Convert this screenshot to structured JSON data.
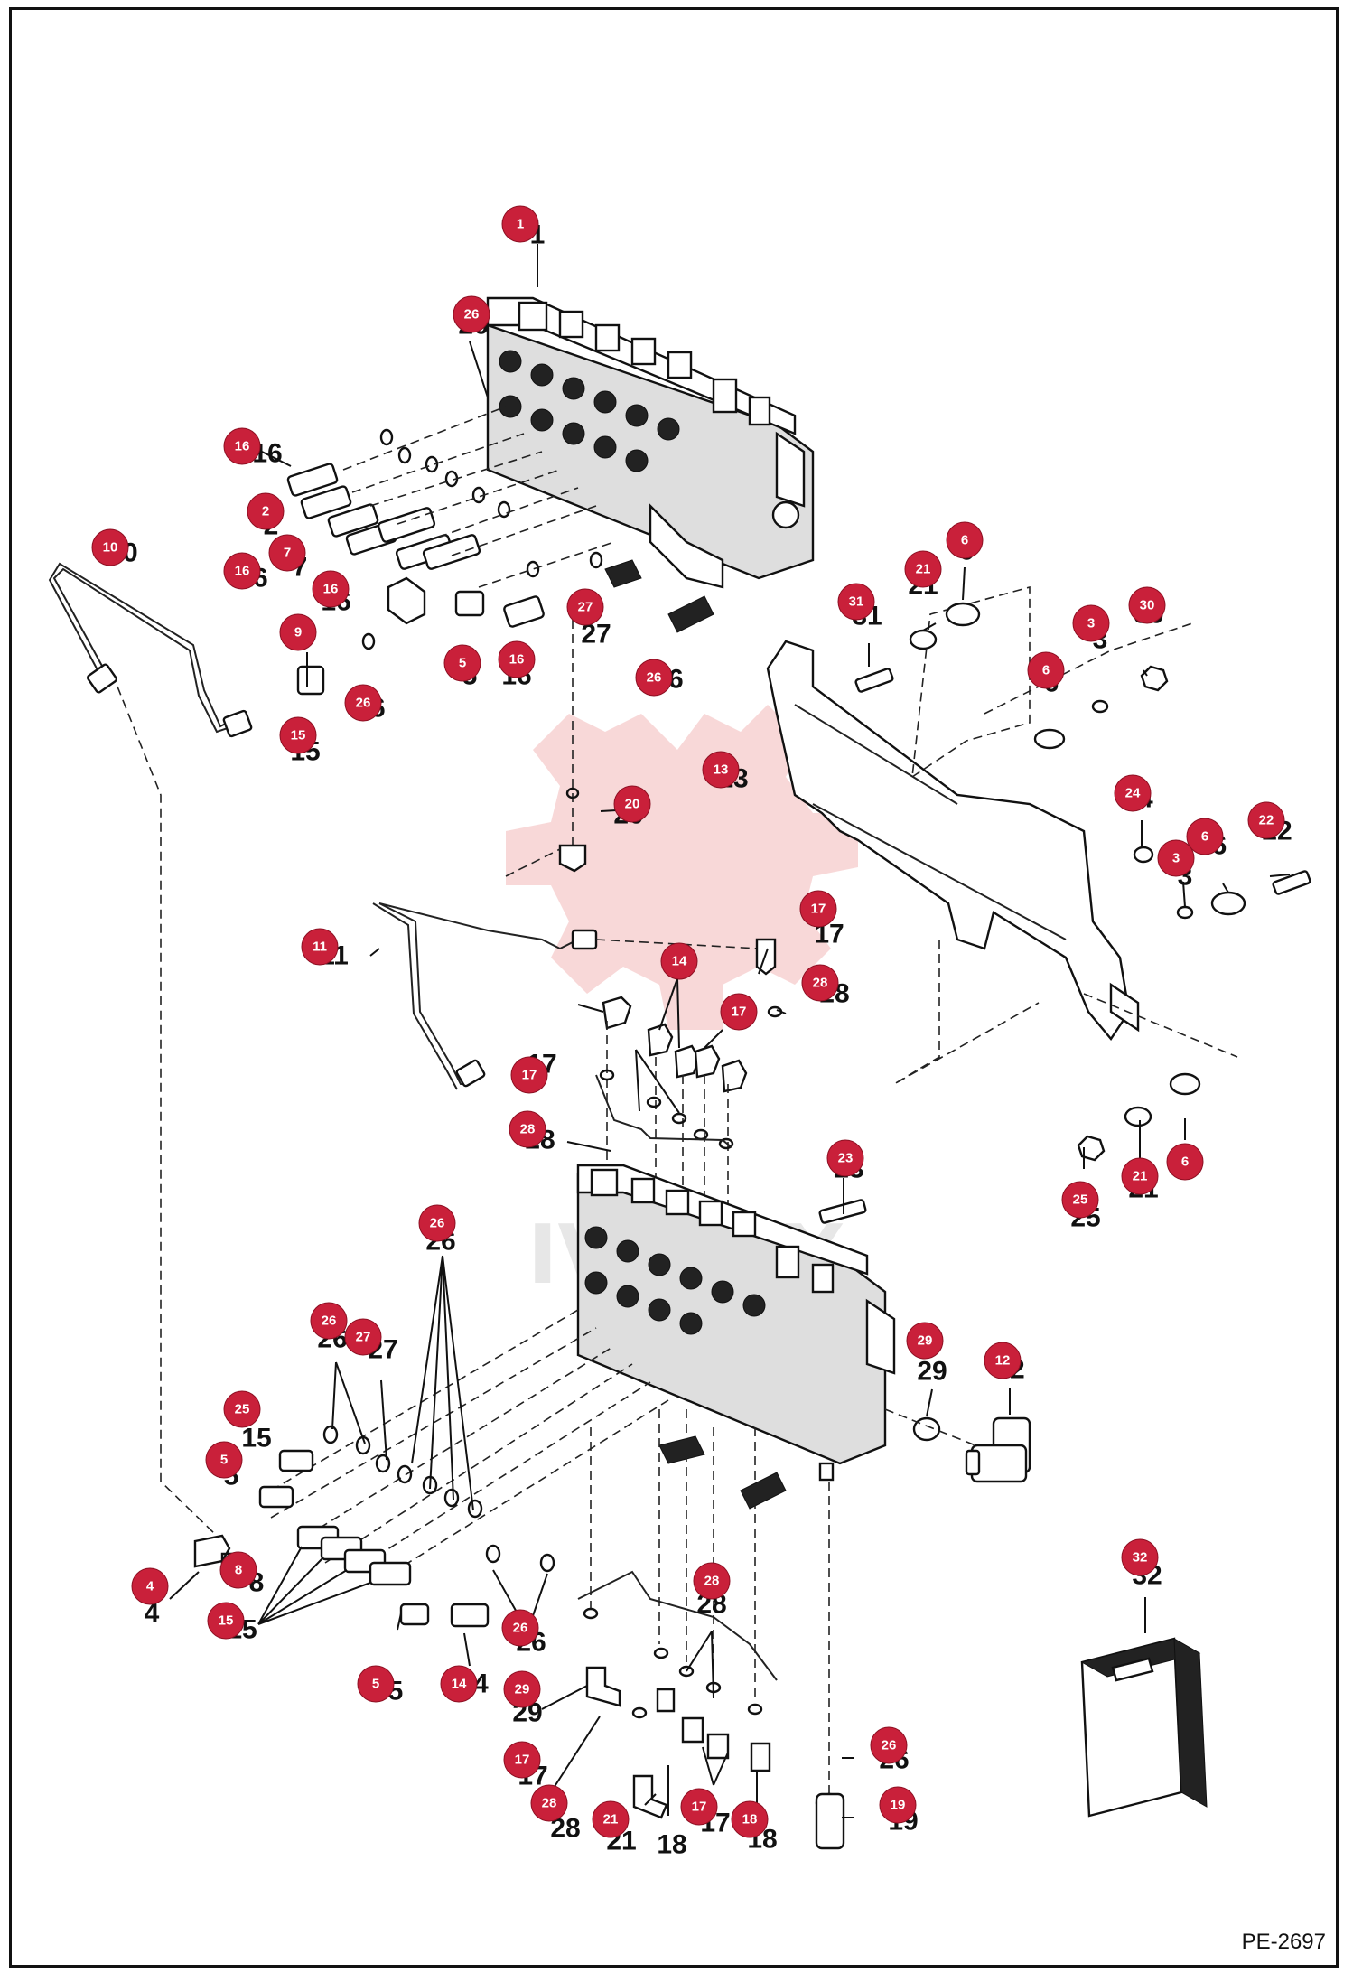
{
  "diagram_code": "PE-2697",
  "watermark_text": "IVATEX",
  "colors": {
    "badge": "#c9203a",
    "ink": "#111111",
    "watermark": "#f3b8b8"
  },
  "callouts": [
    {
      "id": "c1",
      "badge": "1",
      "label": "1"
    },
    {
      "id": "c2",
      "badge": "26",
      "label": "26"
    },
    {
      "id": "c3",
      "badge": "16",
      "label": "16"
    },
    {
      "id": "c4",
      "badge": "2",
      "label": "2"
    },
    {
      "id": "c5",
      "badge": "7",
      "label": "7"
    },
    {
      "id": "c6",
      "badge": "16",
      "label": "16"
    },
    {
      "id": "c7",
      "badge": "16",
      "label": "16"
    },
    {
      "id": "c8",
      "badge": "9",
      "label": "9"
    },
    {
      "id": "c9",
      "badge": "10",
      "label": "10"
    },
    {
      "id": "c10",
      "badge": "5",
      "label": "5"
    },
    {
      "id": "c11",
      "badge": "16",
      "label": "16"
    },
    {
      "id": "c12",
      "badge": "27",
      "label": "27"
    },
    {
      "id": "c13",
      "badge": "26",
      "label": "26"
    },
    {
      "id": "c14",
      "badge": "26",
      "label": "26"
    },
    {
      "id": "c15",
      "badge": "15",
      "label": "15"
    },
    {
      "id": "c16",
      "badge": "31",
      "label": "31"
    },
    {
      "id": "c17",
      "badge": "21",
      "label": "21"
    },
    {
      "id": "c18",
      "badge": "6",
      "label": "6"
    },
    {
      "id": "c19",
      "badge": "3",
      "label": "3"
    },
    {
      "id": "c20",
      "badge": "30",
      "label": "30"
    },
    {
      "id": "c21",
      "badge": "6",
      "label": "6"
    },
    {
      "id": "c22",
      "badge": "13",
      "label": "13"
    },
    {
      "id": "c23",
      "badge": "20",
      "label": "20"
    },
    {
      "id": "c24",
      "badge": "24",
      "label": "24"
    },
    {
      "id": "c25",
      "badge": "6",
      "label": "6"
    },
    {
      "id": "c26",
      "badge": "22",
      "label": "22"
    },
    {
      "id": "c27",
      "badge": "3",
      "label": "3"
    },
    {
      "id": "c28",
      "badge": "11",
      "label": "11"
    },
    {
      "id": "c29",
      "badge": "17",
      "label": "17"
    },
    {
      "id": "c30",
      "badge": "14",
      "label": ""
    },
    {
      "id": "c31",
      "badge": "17",
      "label": "17"
    },
    {
      "id": "c32",
      "badge": "17",
      "label": "17"
    },
    {
      "id": "c33",
      "badge": "28",
      "label": "28"
    },
    {
      "id": "c34",
      "badge": "28",
      "label": "28"
    },
    {
      "id": "c35",
      "badge": "23",
      "label": "23"
    },
    {
      "id": "c36",
      "badge": "25",
      "label": "25"
    },
    {
      "id": "c37",
      "badge": "21",
      "label": "21"
    },
    {
      "id": "c38",
      "badge": "6",
      "label": "6"
    },
    {
      "id": "c39",
      "badge": "26",
      "label": "26"
    },
    {
      "id": "c40",
      "badge": "26",
      "label": "26"
    },
    {
      "id": "c41",
      "badge": "27",
      "label": "27"
    },
    {
      "id": "c42",
      "badge": "25",
      "label": "15"
    },
    {
      "id": "c43",
      "badge": "5",
      "label": "5"
    },
    {
      "id": "c44",
      "badge": "8",
      "label": "8"
    },
    {
      "id": "c45",
      "badge": "4",
      "label": "4"
    },
    {
      "id": "c46",
      "badge": "15",
      "label": "15"
    },
    {
      "id": "c47",
      "badge": "29",
      "label": "29"
    },
    {
      "id": "c48",
      "badge": "12",
      "label": "12"
    },
    {
      "id": "c49",
      "badge": "26",
      "label": "26"
    },
    {
      "id": "c50",
      "badge": "28",
      "label": "28"
    },
    {
      "id": "c51",
      "badge": "5",
      "label": "5"
    },
    {
      "id": "c52",
      "badge": "14",
      "label": "14"
    },
    {
      "id": "c53",
      "badge": "29",
      "label": "29"
    },
    {
      "id": "c54",
      "badge": "17",
      "label": "17"
    },
    {
      "id": "c55",
      "badge": "28",
      "label": "28"
    },
    {
      "id": "c56",
      "badge": "21",
      "label": "21"
    },
    {
      "id": "c57",
      "badge": "",
      "label": "18"
    },
    {
      "id": "c58",
      "badge": "17",
      "label": "17"
    },
    {
      "id": "c59",
      "badge": "18",
      "label": "18"
    },
    {
      "id": "c60",
      "badge": "26",
      "label": "26"
    },
    {
      "id": "c61",
      "badge": "19",
      "label": "19"
    },
    {
      "id": "c62",
      "badge": "32",
      "label": "32"
    }
  ]
}
